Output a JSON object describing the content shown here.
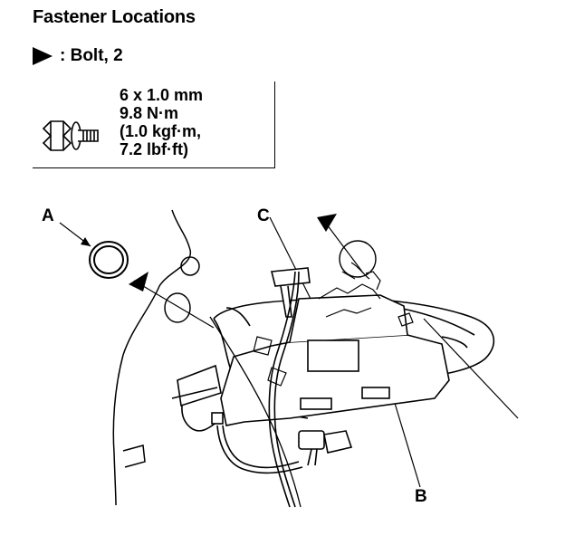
{
  "title": "Fastener Locations",
  "legend": {
    "icon": "bolt-arrow-icon",
    "label": ": Bolt, 2"
  },
  "spec": {
    "icon": "bolt-icon",
    "size": "6 x 1.0 mm",
    "torque_nm": "9.8 N·m",
    "torque_kgf": "(1.0 kgf·m,",
    "torque_lbf": "7.2 lbf·ft)"
  },
  "callouts": {
    "a": "A",
    "b": "B",
    "c": "C"
  }
}
